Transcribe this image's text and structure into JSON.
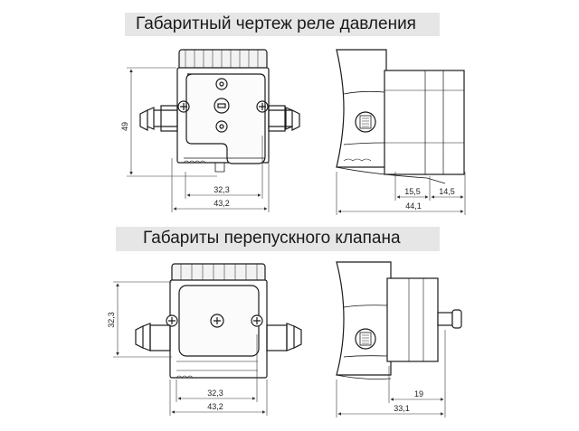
{
  "titles": {
    "relay": "Габаритный чертеж реле давления",
    "valve": "Габариты перепускного клапана"
  },
  "relay_dims": {
    "height": "49",
    "inner_width": "32,3",
    "outer_width": "43,2",
    "side_a": "15,5",
    "side_b": "14,5",
    "side_total": "44,1"
  },
  "valve_dims": {
    "height": "32,3",
    "inner_width": "32,3",
    "outer_width": "43,2",
    "side_a": "19",
    "side_total": "33,1"
  },
  "colors": {
    "line": "#1a1a1a",
    "dim": "#333333",
    "banner": "#e6e6e6",
    "fill_light": "#f4f4f4",
    "fill_dark": "#cfcfcf"
  }
}
